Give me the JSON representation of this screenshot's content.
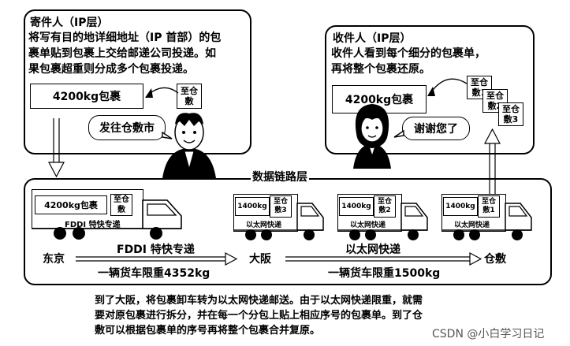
{
  "sender": {
    "title": "寄件人（IP层）",
    "description_lines": [
      "将写有目的地详细地址（IP 首部）的包",
      "裹单贴到包裹上交给邮递公司投递。如",
      "果包裹超重则分成多个包裹投递。"
    ],
    "package_label": "4200kg包裹",
    "tag_lines": [
      "至仓",
      "敷"
    ],
    "speech": "发往仓敷市"
  },
  "receiver": {
    "title": "收件人（IP层）",
    "description_lines": [
      "收件人看到每个细分的包裹单，",
      "再将整个包裹还原。"
    ],
    "package_label": "4200kg包裹",
    "tags": [
      {
        "line1": "至仓",
        "line2": "敷1"
      },
      {
        "line1": "至仓",
        "line2": "敷2"
      },
      {
        "line1": "至仓",
        "line2": "敷3"
      }
    ],
    "speech": "谢谢您了"
  },
  "datalink": {
    "title": "数据链路层",
    "big_truck": {
      "cargo": "4200kg包裹",
      "tag_lines": [
        "至仓",
        "敷"
      ],
      "side_label": "FDDI 特快专递"
    },
    "small_trucks": [
      {
        "cargo": "1400kg",
        "tag_line1": "至仓",
        "tag_line2": "敷3",
        "side_label": "以太网快递"
      },
      {
        "cargo": "1400kg",
        "tag_line1": "至仓",
        "tag_line2": "敷2",
        "side_label": "以太网快递"
      },
      {
        "cargo": "1400kg",
        "tag_line1": "至仓",
        "tag_line2": "敷1",
        "side_label": "以太网快递"
      }
    ],
    "city_from": "东京",
    "city_mid": "大阪",
    "city_to": "仓敷",
    "leg1_name": "FDDI 特快专递",
    "leg1_limit": "一辆货车限重4352kg",
    "leg2_name": "以太网快递",
    "leg2_limit": "一辆货车限重1500kg"
  },
  "caption_lines": [
    "到了大阪，将包裹卸车转为以太网快递邮送。由于以太网快递限重，就需",
    "要对原包裹进行拆分，并在每一个分包上贴上相应序号的包裹单。到了仓",
    "敷可以根据包裹单的序号再将整个包裹合并复原。"
  ],
  "watermark": "CSDN @小白学习日记"
}
